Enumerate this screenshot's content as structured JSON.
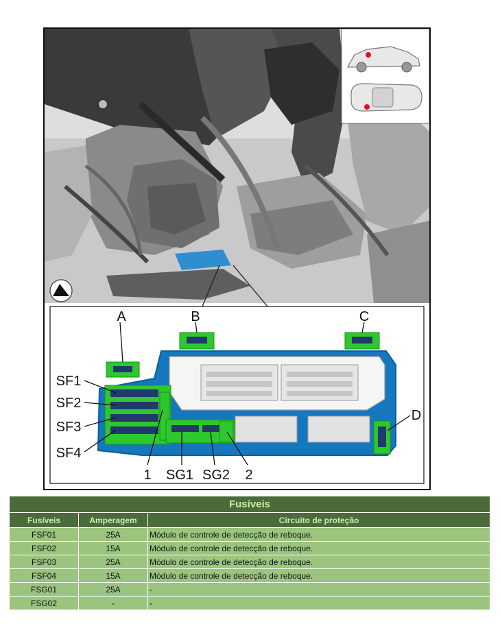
{
  "figure": {
    "callouts": [
      "A",
      "B",
      "C",
      "D",
      "SF1",
      "SF2",
      "SF3",
      "SF4",
      "1",
      "SG1",
      "SG2",
      "2"
    ],
    "colors": {
      "housing": "#1578bf",
      "highlight": "#2ec82e",
      "fuse": "#203a6e",
      "inset_marker": "#e0102a"
    },
    "icons": [
      "view-direction-icon",
      "vehicle-side-view-icon",
      "vehicle-top-view-icon"
    ]
  },
  "table": {
    "title": "Fusíveis",
    "headers": [
      "Fusíveis",
      "Amperagem",
      "Circuito de proteção"
    ],
    "rows": [
      [
        "FSF01",
        "25A",
        "Módulo de controle de detecção de reboque."
      ],
      [
        "FSF02",
        "15A",
        "Módulo de controle de detecção de reboque."
      ],
      [
        "FSF03",
        "25A",
        "Módulo de controle de detecção de reboque."
      ],
      [
        "FSF04",
        "15A",
        "Módulo de controle de detecção de reboque."
      ],
      [
        "FSG01",
        "25A",
        "-"
      ],
      [
        "FSG02",
        "-",
        "-"
      ]
    ]
  }
}
